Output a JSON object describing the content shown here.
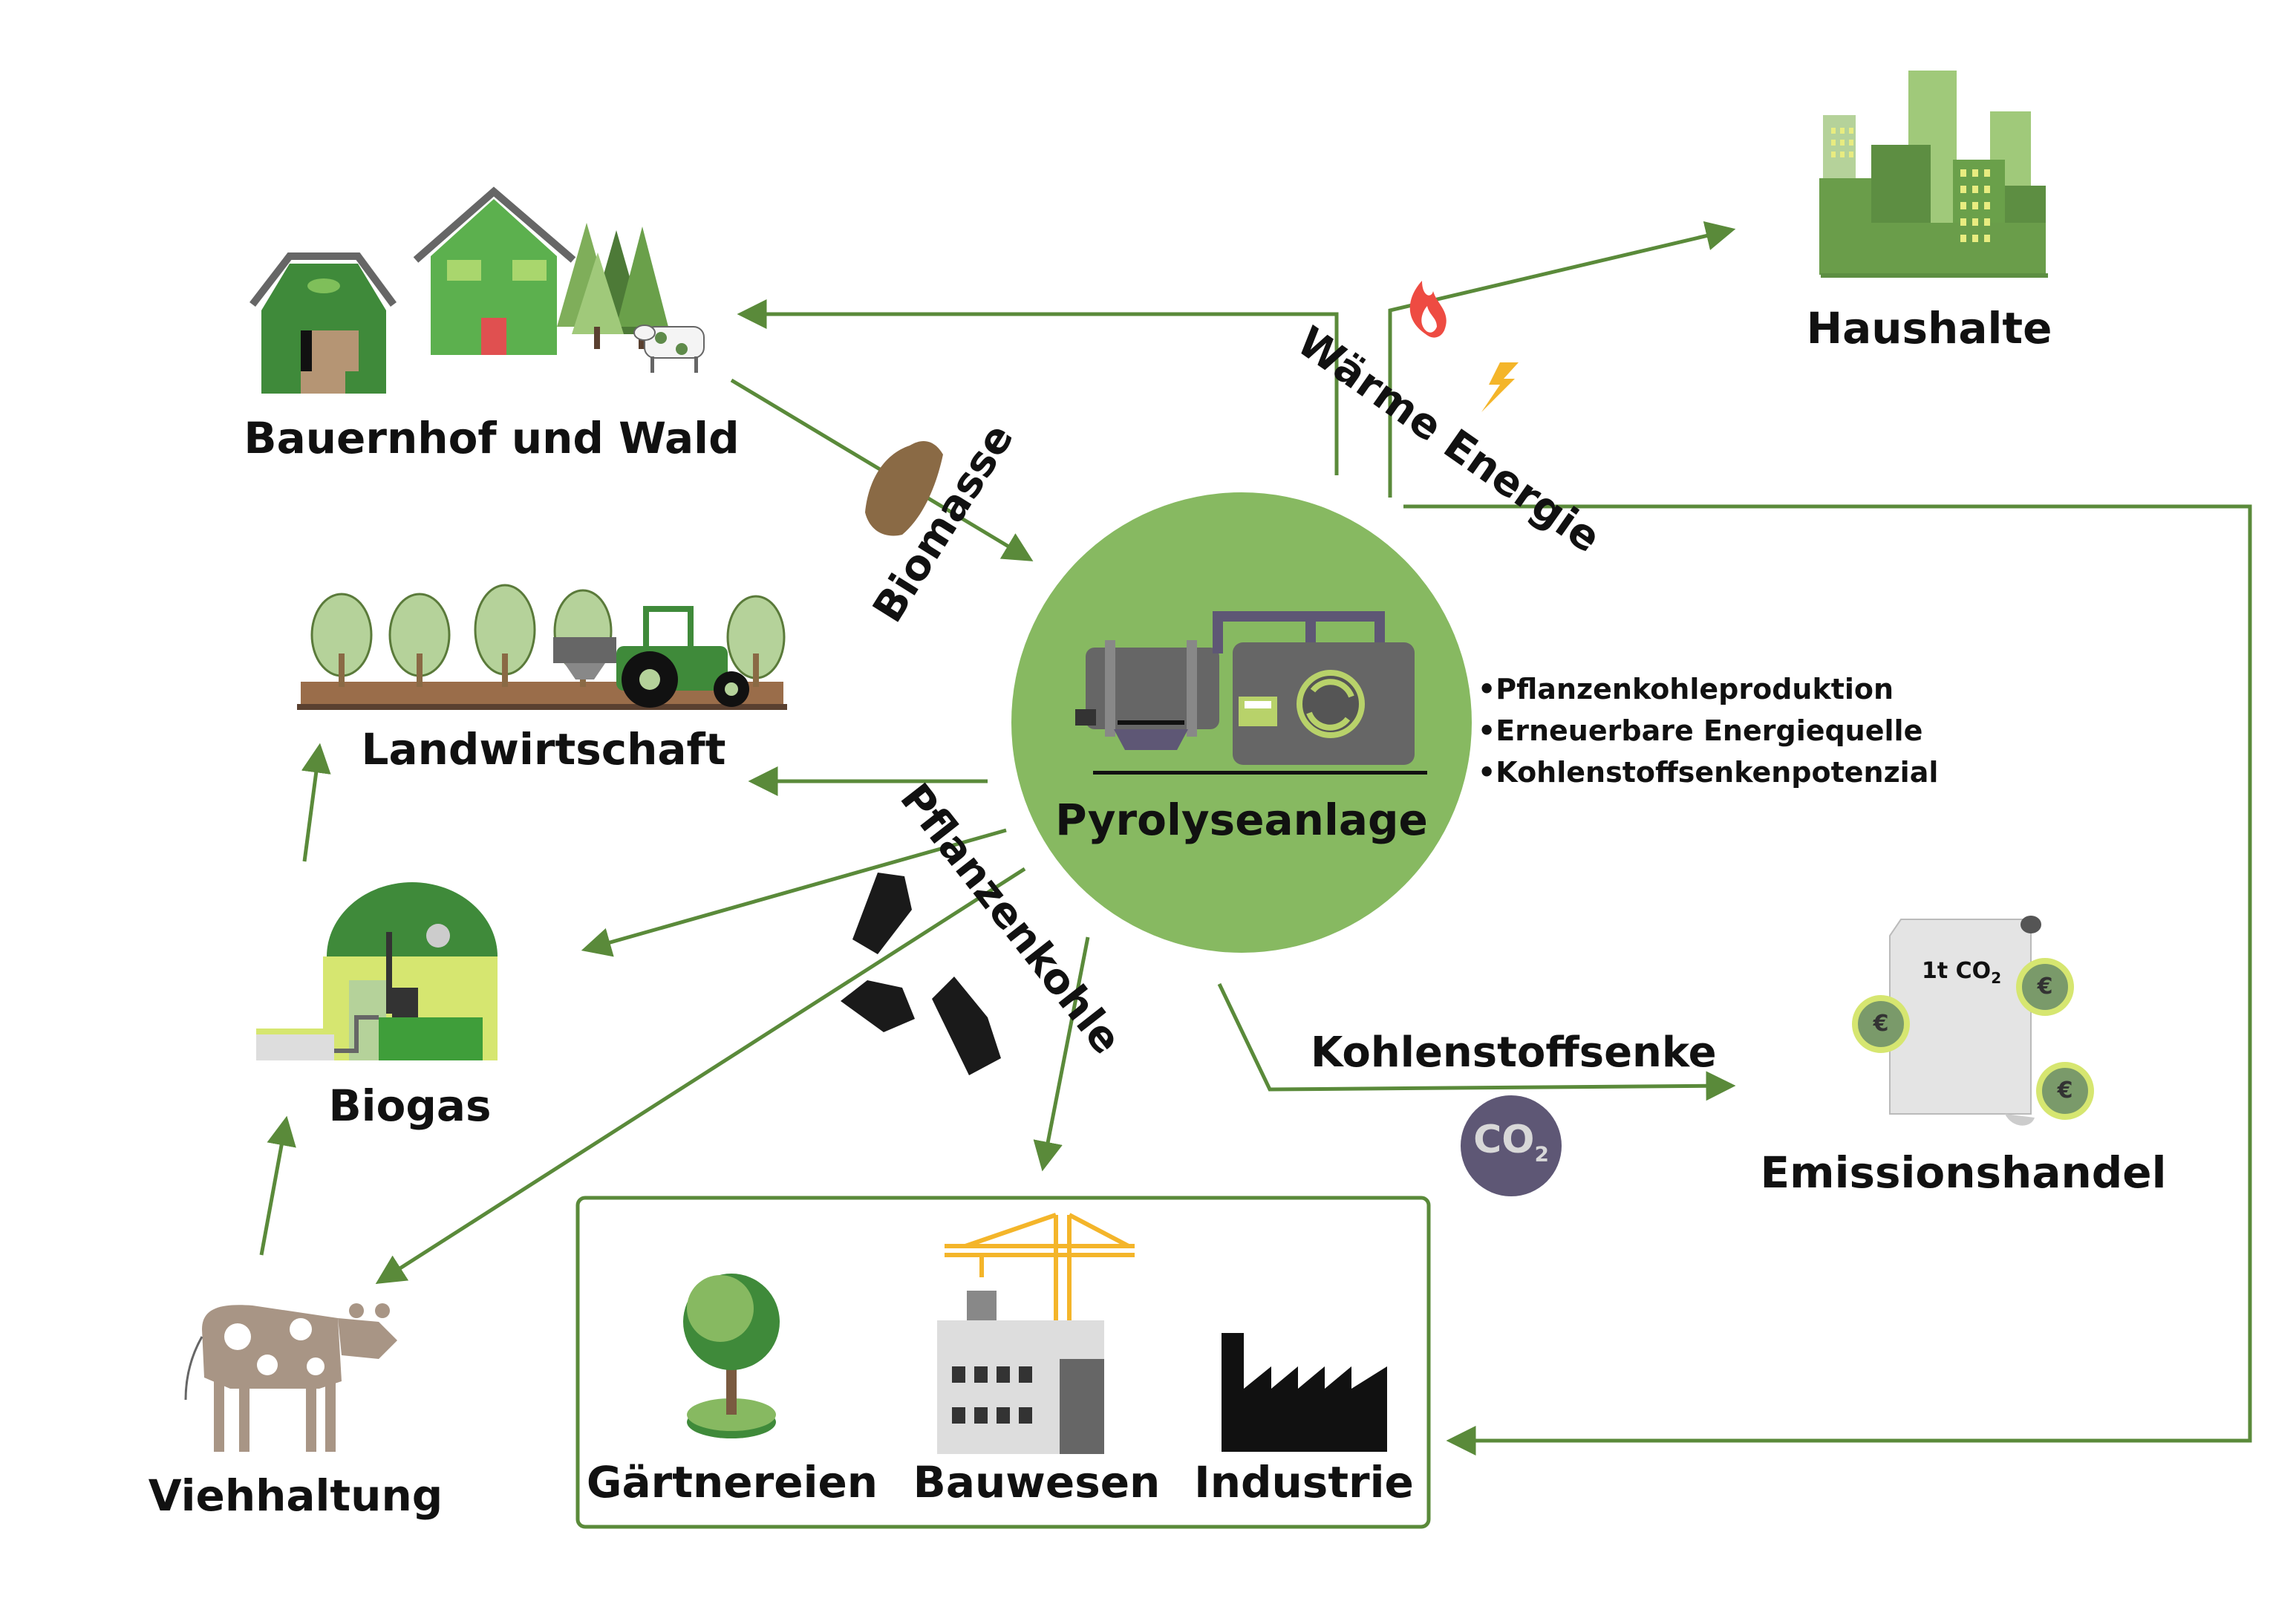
{
  "nodes": {
    "farm": "Bauernhof und Wald",
    "households": "Haushalte",
    "agriculture": "Landwirtschaft",
    "plant": "Pyrolyseanlage",
    "biogas": "Biogas",
    "emission": "Emissionshandel",
    "livestock": "Viehhaltung",
    "nurseries": "Gärtnereien",
    "construction": "Bauwesen",
    "industry": "Industrie"
  },
  "edges": {
    "biomass": "Biomasse",
    "heat_energy": "Wärme Energie",
    "biochar": "Pflanzenkohle",
    "carbon_sink": "Kohlenstoffsenke"
  },
  "plant_features": [
    "•Pflanzenkohleproduktion",
    "•Erneuerbare Energiequelle",
    "•Kohlenstoffsenkenpotenzial"
  ],
  "certificate": {
    "text": "1t CO",
    "subscript": "2",
    "currency_symbol": "€"
  },
  "co2_badge": {
    "text": "CO",
    "subscript": "2"
  },
  "colors": {
    "arrow": "#5a8a3a",
    "plant_circle": "#87b961",
    "dark_green": "#3f8a3a",
    "mid_green": "#5cb04e",
    "city_green": "#6a9d4a",
    "co2_badge": "#5e5775"
  },
  "icons": [
    "barn-icon",
    "house-icon",
    "forest-icon",
    "cow-icon",
    "tractor-icon",
    "city-icon",
    "biomass-pile-icon",
    "fire-icon",
    "lightning-icon",
    "pyrolysis-machine-icon",
    "biogas-plant-icon",
    "charcoal-icon",
    "certificate-icon",
    "euro-coin-icon",
    "tree-icon",
    "crane-icon",
    "factory-icon"
  ]
}
